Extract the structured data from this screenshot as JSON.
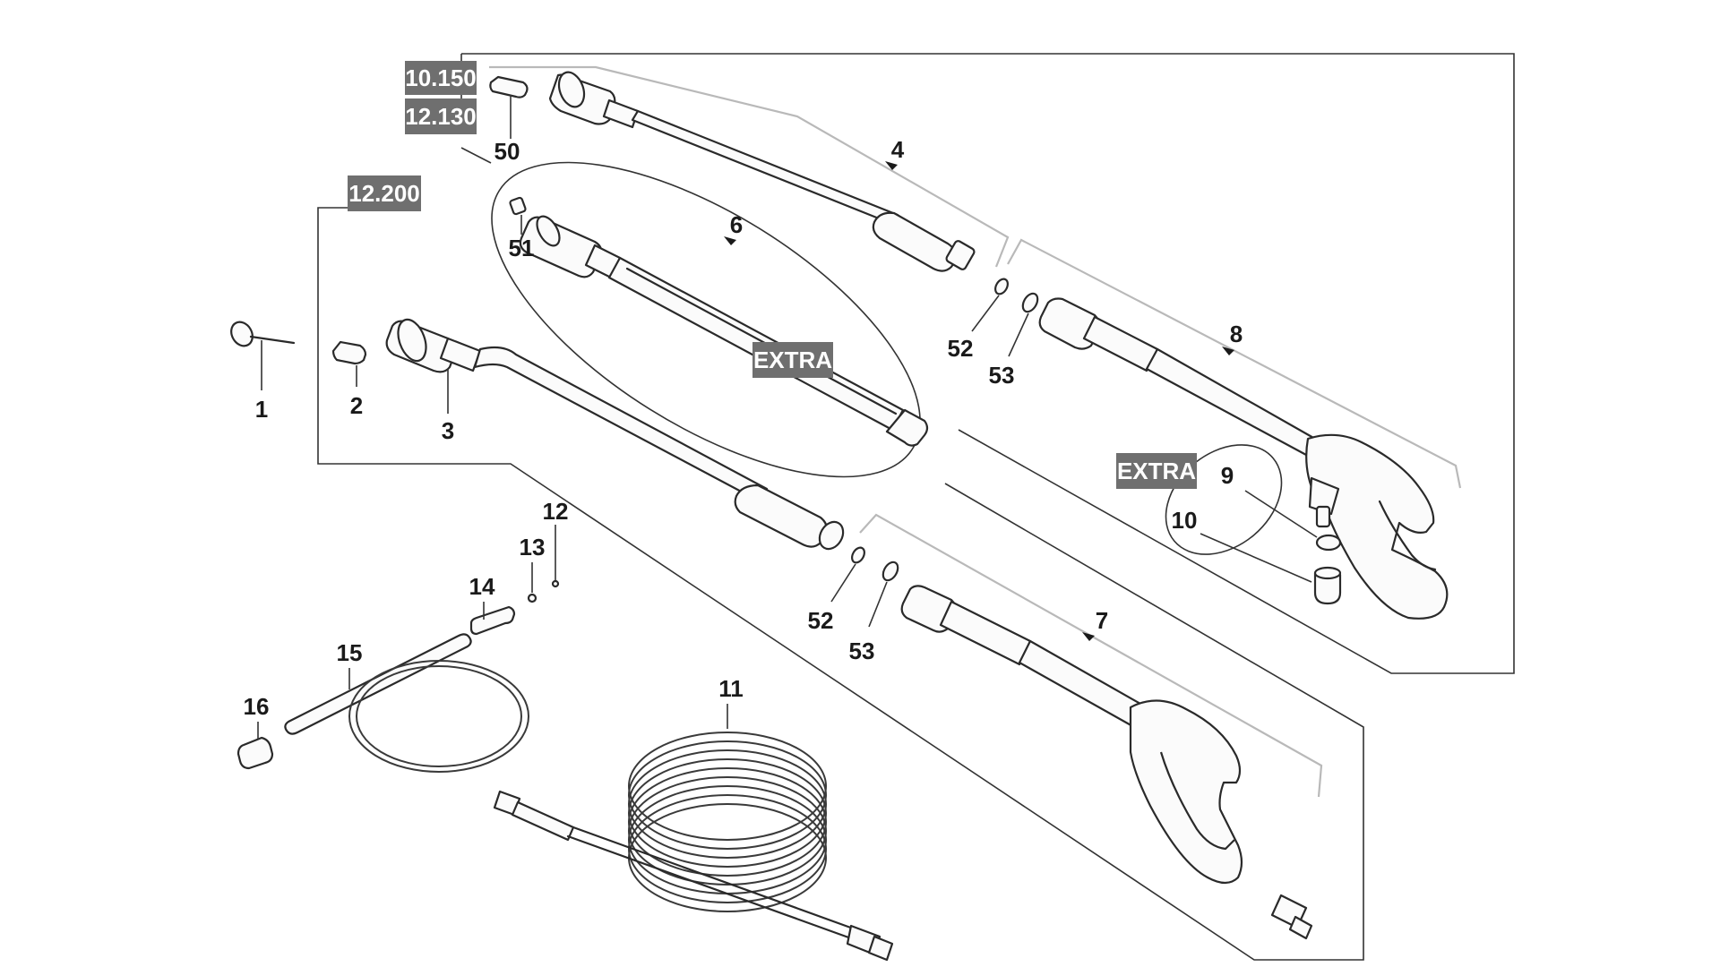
{
  "tags": {
    "t10150": "10.150",
    "t12130": "12.130",
    "t12200": "12.200",
    "extra_lance": "EXTRA",
    "extra_nozzles": "EXTRA"
  },
  "parts": {
    "p1": "1",
    "p2": "2",
    "p3": "3",
    "p4": "4",
    "p6": "6",
    "p7": "7",
    "p8": "8",
    "p9": "9",
    "p10": "10",
    "p11": "11",
    "p12": "12",
    "p13": "13",
    "p14": "14",
    "p15": "15",
    "p16": "16",
    "p50": "50",
    "p51": "51",
    "p52a": "52",
    "p53a": "53",
    "p52b": "52",
    "p53b": "53"
  }
}
